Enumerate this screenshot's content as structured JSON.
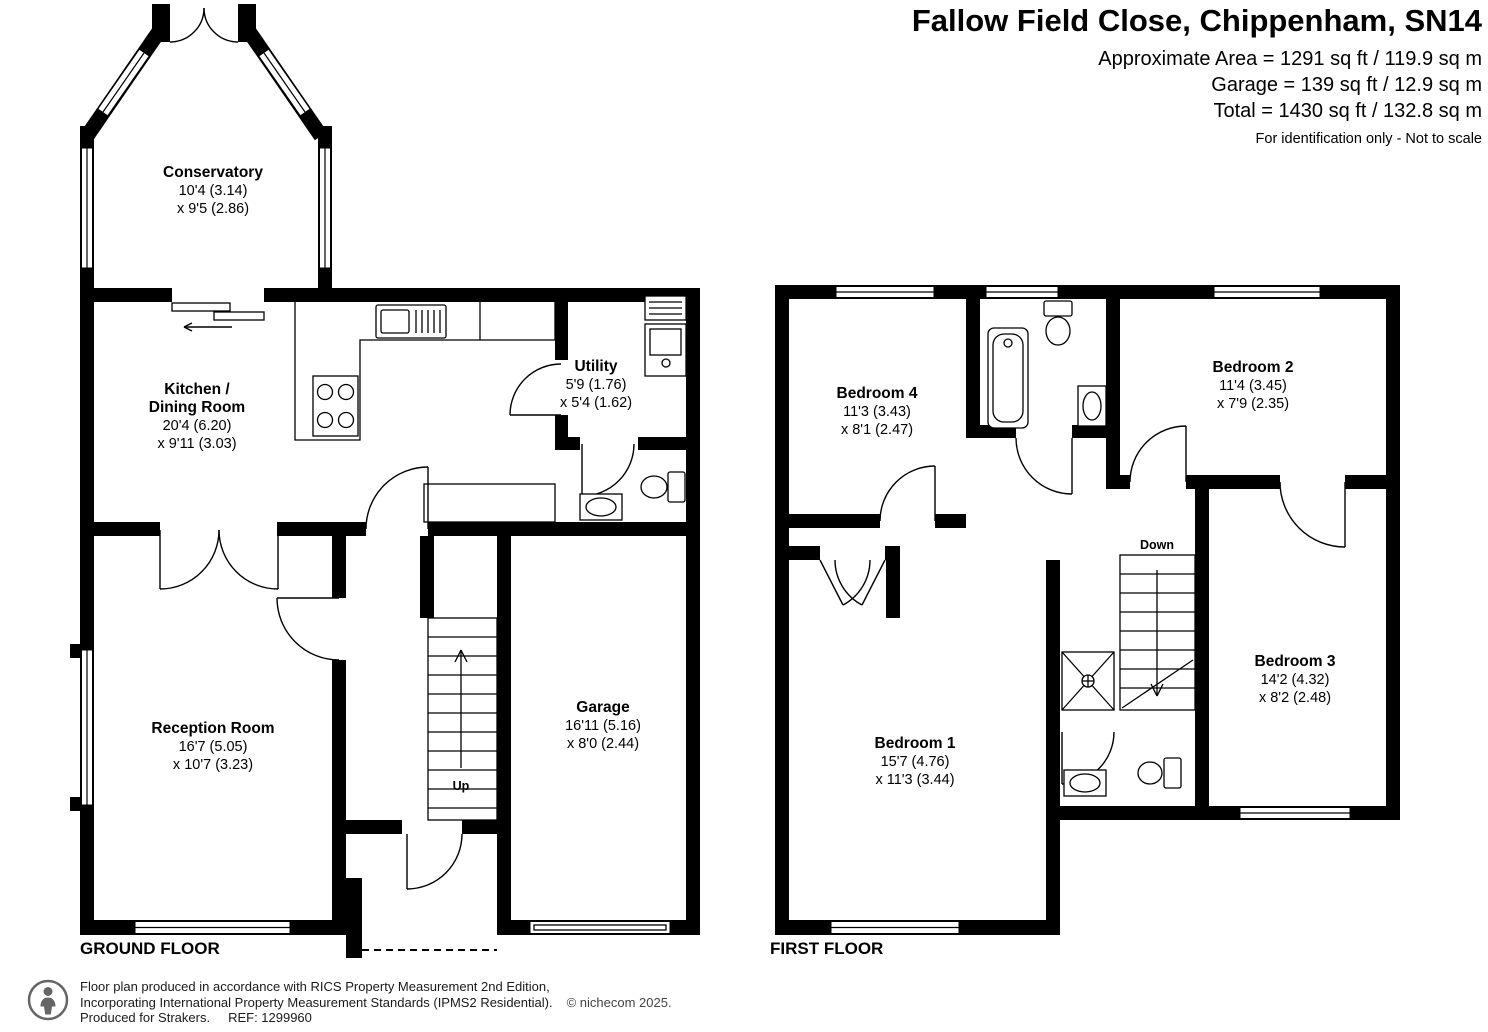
{
  "header": {
    "title": "Fallow Field Close, Chippenham, SN14",
    "area_lines": [
      "Approximate Area = 1291 sq ft / 119.9 sq m",
      "Garage = 139 sq ft / 12.9 sq m",
      "Total = 1430 sq ft / 132.8 sq m"
    ],
    "disclaimer": "For identification only - Not to scale"
  },
  "ground_floor": {
    "label": "GROUND FLOOR",
    "stairs_label": "Up",
    "rooms": {
      "conservatory": {
        "name": "Conservatory",
        "dims1": "10'4 (3.14)",
        "dims2": "x 9'5 (2.86)"
      },
      "kitchen_dining": {
        "name1": "Kitchen /",
        "name2": "Dining Room",
        "dims1": "20'4 (6.20)",
        "dims2": "x 9'11 (3.03)"
      },
      "utility": {
        "name": "Utility",
        "dims1": "5'9 (1.76)",
        "dims2": "x 5'4 (1.62)"
      },
      "reception": {
        "name": "Reception Room",
        "dims1": "16'7 (5.05)",
        "dims2": "x 10'7 (3.23)"
      },
      "garage": {
        "name": "Garage",
        "dims1": "16'11 (5.16)",
        "dims2": "x 8'0 (2.44)"
      }
    }
  },
  "first_floor": {
    "label": "FIRST FLOOR",
    "stairs_label": "Down",
    "rooms": {
      "bedroom1": {
        "name": "Bedroom 1",
        "dims1": "15'7 (4.76)",
        "dims2": "x 11'3 (3.44)"
      },
      "bedroom2": {
        "name": "Bedroom 2",
        "dims1": "11'4 (3.45)",
        "dims2": "x 7'9 (2.35)"
      },
      "bedroom3": {
        "name": "Bedroom 3",
        "dims1": "14'2 (4.32)",
        "dims2": "x 8'2 (2.48)"
      },
      "bedroom4": {
        "name": "Bedroom 4",
        "dims1": "11'3 (3.43)",
        "dims2": "x 8'1 (2.47)"
      }
    }
  },
  "footer": {
    "line1": "Floor plan produced in accordance with RICS Property Measurement 2nd Edition,",
    "line2": "Incorporating International Property Measurement Standards (IPMS2 Residential).",
    "line3a": "Produced for Strakers.",
    "line3b": "REF: 1299960",
    "copyright": "© nichecom 2025."
  },
  "colors": {
    "wall": "#000000",
    "background": "#ffffff",
    "footer_muted": "#444444"
  }
}
